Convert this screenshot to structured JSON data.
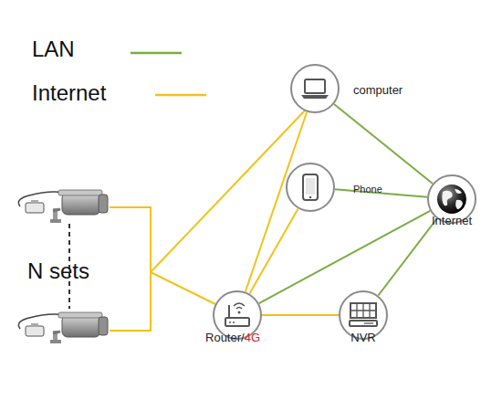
{
  "diagram": {
    "nodes": [
      {
        "text": [
          "computer"
        ]
      },
      {
        "text": [
          "Phone"
        ]
      },
      {
        "text": [
          "Internet"
        ]
      },
      {
        "text": [
          "Router/4G"
        ]
      },
      {
        "text": [
          "NVR"
        ]
      }
    ],
    "edges": [
      {
        "from": 3,
        "to": 0,
        "arrow": "none"
      },
      {
        "from": 3,
        "to": 1,
        "arrow": "none"
      },
      {
        "from": 3,
        "to": 2,
        "arrow": "none"
      },
      {
        "from": 1,
        "to": 2,
        "arrow": "none"
      },
      {
        "from": 0,
        "to": 2,
        "arrow": "none"
      },
      {
        "from": 3,
        "to": 4,
        "arrow": "none"
      },
      {
        "from": 4,
        "to": 2,
        "arrow": "none"
      }
    ],
    "labels": [
      "N sets"
    ],
    "legend": [
      {
        "text": "LAN"
      },
      {
        "text": "Internet"
      }
    ]
  }
}
